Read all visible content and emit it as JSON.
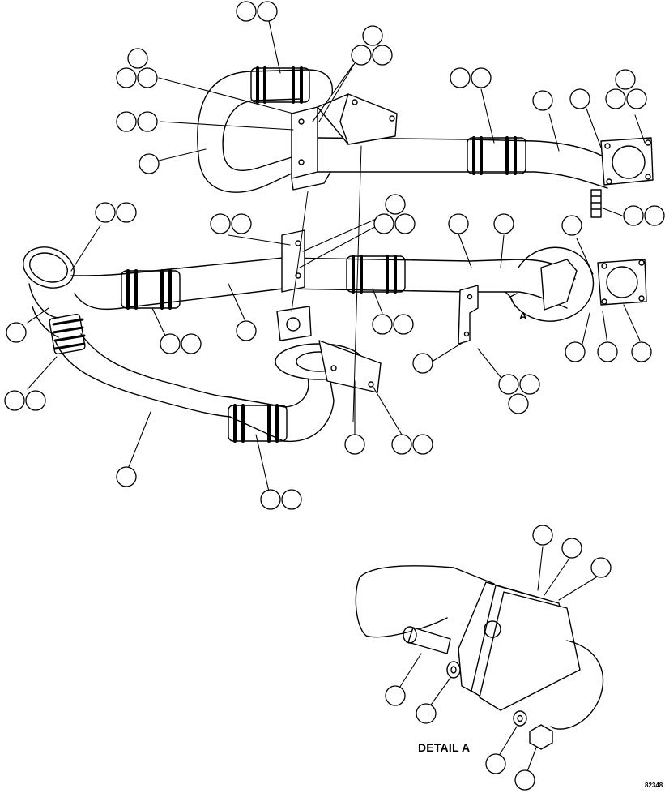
{
  "detail_label": "DETAIL A",
  "view_letter": "A",
  "figure_id": "82348"
}
